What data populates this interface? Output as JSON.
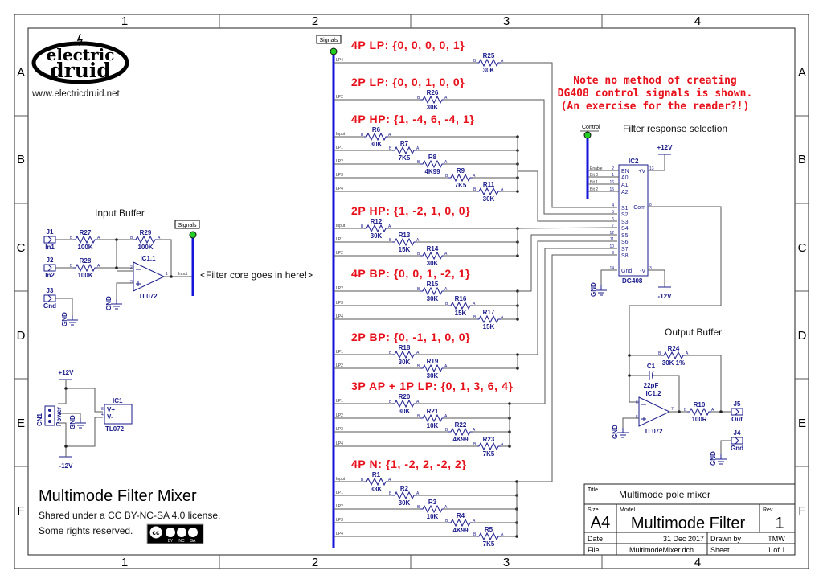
{
  "frame": {
    "columns": [
      "1",
      "2",
      "3",
      "4"
    ],
    "rows": [
      "A",
      "B",
      "C",
      "D",
      "E",
      "F"
    ]
  },
  "logo": {
    "line1": "electric",
    "line2": "druid",
    "url": "www.electricdruid.net"
  },
  "heading": {
    "title": "Multimode Filter Mixer",
    "license": "Shared under a CC BY-NC-SA 4.0 license.",
    "rights": "Some rights reserved.",
    "cc_badge": {
      "main": "cc",
      "terms": [
        "BY",
        "NC",
        "SA"
      ]
    }
  },
  "input_buffer": {
    "title": "Input Buffer",
    "bus_label": "Signals",
    "tap": "Input",
    "note": "<Filter core goes in here!>",
    "jacks": [
      {
        "ref": "J1",
        "label": "In1"
      },
      {
        "ref": "J2",
        "label": "In2"
      },
      {
        "ref": "J3",
        "label": "Gnd"
      }
    ],
    "resistors": [
      {
        "ref": "R27",
        "value": "100K"
      },
      {
        "ref": "R28",
        "value": "100K"
      },
      {
        "ref": "R29",
        "value": "100K"
      }
    ],
    "opamp": {
      "ref": "IC1.1",
      "part": "TL072",
      "pins": [
        "2",
        "3",
        "1"
      ]
    },
    "gnd": "GND"
  },
  "power": {
    "connector": "CN1",
    "connector_label": "Power",
    "pos": "+12V",
    "neg": "-12V",
    "gnd": "GND",
    "ic": {
      "ref": "IC1",
      "part": "TL072",
      "pins": [
        "V+",
        "V-"
      ],
      "pin_numbers": [
        "8",
        "4"
      ]
    }
  },
  "mixer": {
    "bus_label": "Signals",
    "pin_labels": {
      "b": "B",
      "a": "A"
    },
    "sections": [
      {
        "title": "4P LP: {0, 0, 0, 0, 1}",
        "rows": [
          {
            "tap": "LP4",
            "ref": "R25",
            "value": "30K"
          }
        ]
      },
      {
        "title": "2P LP: {0, 0, 1, 0, 0}",
        "rows": [
          {
            "tap": "LP2",
            "ref": "R26",
            "value": "30K"
          }
        ]
      },
      {
        "title": "4P HP: {1, -4, 6, -4, 1}",
        "rows": [
          {
            "tap": "Input",
            "ref": "R6",
            "value": "30K"
          },
          {
            "tap": "LP1",
            "ref": "R7",
            "value": "7K5"
          },
          {
            "tap": "LP2",
            "ref": "R8",
            "value": "4K99"
          },
          {
            "tap": "LP3",
            "ref": "R9",
            "value": "7K5"
          },
          {
            "tap": "LP4",
            "ref": "R11",
            "value": "30K"
          }
        ]
      },
      {
        "title": "2P HP: {1, -2, 1, 0, 0}",
        "rows": [
          {
            "tap": "Input",
            "ref": "R12",
            "value": "30K"
          },
          {
            "tap": "LP1",
            "ref": "R13",
            "value": "15K"
          },
          {
            "tap": "LP2",
            "ref": "R14",
            "value": "30K"
          }
        ]
      },
      {
        "title": "4P BP: {0, 0, 1, -2, 1}",
        "rows": [
          {
            "tap": "LP2",
            "ref": "R15",
            "value": "30K"
          },
          {
            "tap": "LP3",
            "ref": "R16",
            "value": "15K"
          },
          {
            "tap": "LP4",
            "ref": "R17",
            "value": "15K"
          }
        ]
      },
      {
        "title": "2P BP: {0, -1, 1, 0, 0}",
        "rows": [
          {
            "tap": "LP1",
            "ref": "R18",
            "value": "30K"
          },
          {
            "tap": "LP2",
            "ref": "R19",
            "value": "30K"
          }
        ]
      },
      {
        "title": "3P AP + 1P LP: {0, 1, 3, 6, 4}",
        "rows": [
          {
            "tap": "LP1",
            "ref": "R20",
            "value": "30K"
          },
          {
            "tap": "LP2",
            "ref": "R21",
            "value": "10K"
          },
          {
            "tap": "LP3",
            "ref": "R22",
            "value": "4K99"
          },
          {
            "tap": "LP4",
            "ref": "R23",
            "value": "7K5"
          }
        ]
      },
      {
        "title": "4P N: {1, -2, 2, -2, 2}",
        "rows": [
          {
            "tap": "Input",
            "ref": "R1",
            "value": "33K"
          },
          {
            "tap": "LP1",
            "ref": "R2",
            "value": "30K"
          },
          {
            "tap": "LP2",
            "ref": "R3",
            "value": "10K"
          },
          {
            "tap": "LP3",
            "ref": "R4",
            "value": "4K99"
          },
          {
            "tap": "LP4",
            "ref": "R5",
            "value": "7K5"
          }
        ]
      }
    ]
  },
  "selector": {
    "note": [
      "Note no method of creating",
      "DG408 control signals is shown.",
      "(An exercise for the reader?!)"
    ],
    "title": "Filter response selection",
    "bus_label": "Control",
    "control_taps": [
      "Enable",
      "Bit 0",
      "Bit 1",
      "Bit 2"
    ],
    "ic": {
      "ref": "IC2",
      "part": "DG408",
      "left_pins": [
        {
          "num": "2",
          "name": "EN"
        },
        {
          "num": "1",
          "name": "A0"
        },
        {
          "num": "16",
          "name": "A1"
        },
        {
          "num": "15",
          "name": "A2"
        },
        {
          "num": "4",
          "name": "S1"
        },
        {
          "num": "5",
          "name": "S2"
        },
        {
          "num": "6",
          "name": "S3"
        },
        {
          "num": "7",
          "name": "S4"
        },
        {
          "num": "12",
          "name": "S5"
        },
        {
          "num": "11",
          "name": "S6"
        },
        {
          "num": "10",
          "name": "S7"
        },
        {
          "num": "9",
          "name": "S8"
        },
        {
          "num": "14",
          "name": "Gnd"
        }
      ],
      "right_pins": [
        {
          "num": "13",
          "name": "+V"
        },
        {
          "num": "8",
          "name": "Com"
        },
        {
          "num": "3",
          "name": "-V"
        }
      ]
    },
    "pos": "+12V",
    "neg": "-12V",
    "gnd": "GND"
  },
  "output_buffer": {
    "title": "Output Buffer",
    "r_feedback": {
      "ref": "R24",
      "value": "30K 1%"
    },
    "cap": {
      "ref": "C1",
      "value": "22pF"
    },
    "opamp": {
      "ref": "IC1.2",
      "part": "TL072",
      "pins": [
        "6",
        "5",
        "7"
      ]
    },
    "r_out": {
      "ref": "R10",
      "value": "100R"
    },
    "jacks": [
      {
        "ref": "J5",
        "label": "Out"
      },
      {
        "ref": "J4",
        "label": "Gnd"
      }
    ],
    "gnd": "GND"
  },
  "title_block": {
    "title_label": "Title",
    "title": "Multimode pole mixer",
    "size_label": "Size",
    "size": "A4",
    "model_label": "Model",
    "model": "Multimode Filter",
    "rev_label": "Rev",
    "rev": "1",
    "date_label": "Date",
    "date": "31 Dec 2017",
    "drawn_label": "Drawn by",
    "drawn": "TMW",
    "file_label": "File",
    "file": "MultimodeMixer.dch",
    "sheet_label": "Sheet",
    "sheet": "1 of 1"
  },
  "colors": {
    "wire": "#555555",
    "bus": "#1414d8",
    "component": "#1b1b8c",
    "annotation": "#e8101a",
    "junction_dot": "#22cc22"
  }
}
